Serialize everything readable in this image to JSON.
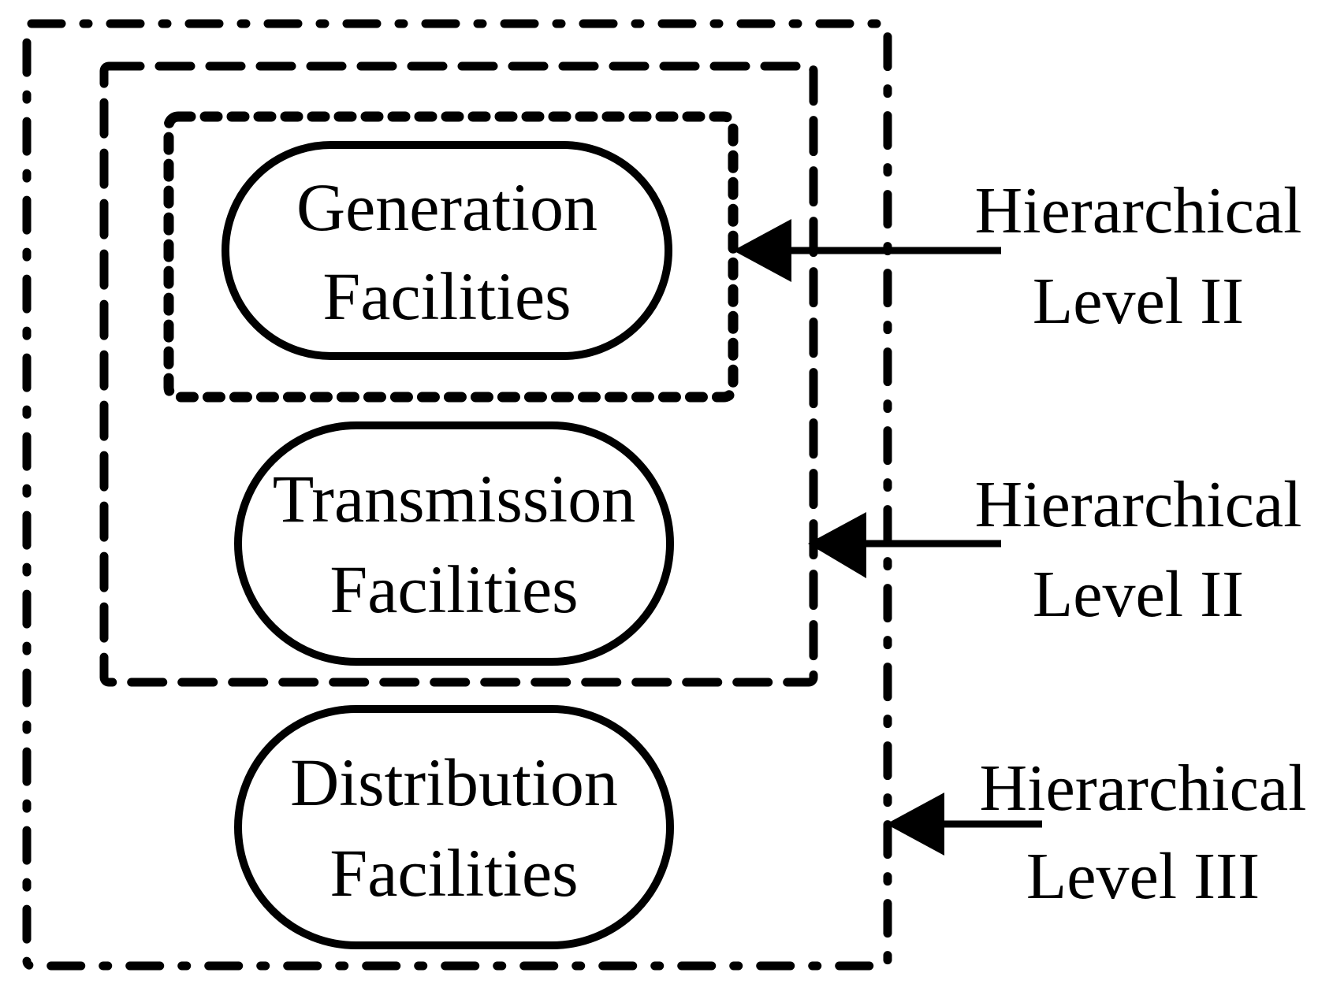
{
  "facilities": [
    {
      "line1": "Generation",
      "line2": "Facilities"
    },
    {
      "line1": "Transmission",
      "line2": "Facilities"
    },
    {
      "line1": "Distribution",
      "line2": "Facilities"
    }
  ],
  "levels": [
    {
      "line1": "Hierarchical",
      "line2": "Level II"
    },
    {
      "line1": "Hierarchical",
      "line2": "Level II"
    },
    {
      "line1": "Hierarchical",
      "line2": "Level III"
    }
  ]
}
